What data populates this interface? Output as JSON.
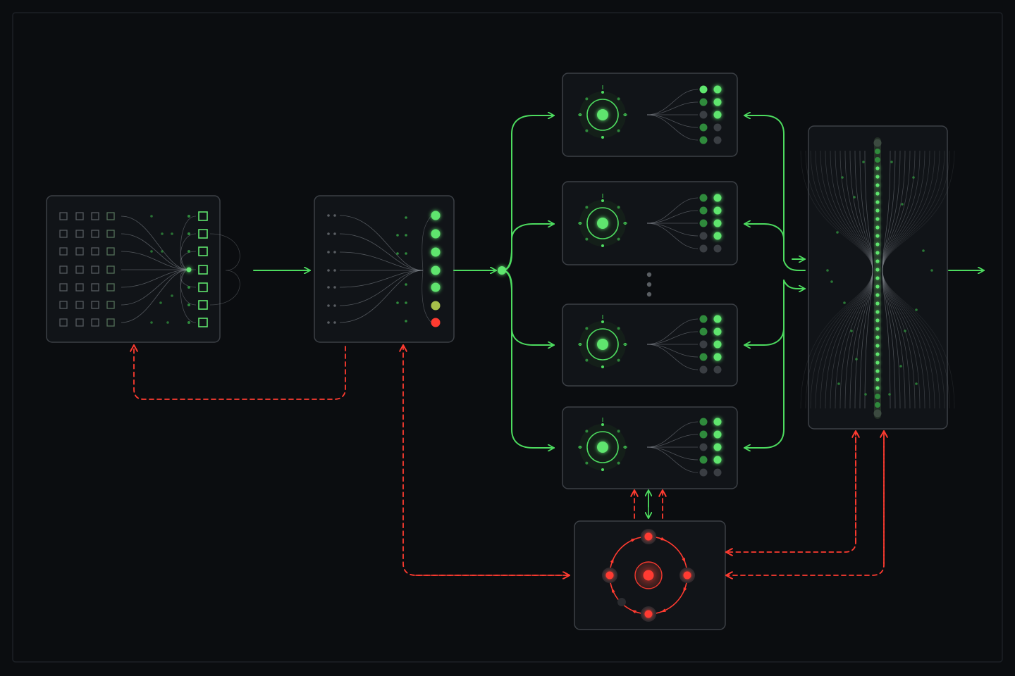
{
  "colors": {
    "background": "#0b0d10",
    "frame_border": "#1c2026",
    "panel_fill": "#111418",
    "panel_border": "#3c4046",
    "flow_green": "#4ddb5f",
    "bright_green": "#5fe56e",
    "dim_green": "#2f8a3c",
    "feedback_red": "#ff3b30",
    "gray_node": "#5a5e63",
    "dark_node": "#3a3e43",
    "amber_node": "#a7bf4a",
    "fiber": "#8b9097"
  },
  "icons": {
    "stage1": "input-grid-icon",
    "stage2": "fan-in-layer-icon",
    "expert": "expert-node-icon",
    "merge": "merge-column-icon",
    "controller": "feedback-orbit-icon"
  },
  "stage2_outputs": [
    "green",
    "green",
    "green",
    "green",
    "green",
    "amber",
    "red"
  ],
  "experts": [
    {
      "outputs": [
        [
          "green",
          "green"
        ],
        [
          "dim",
          "green"
        ],
        [
          "dark",
          "green"
        ],
        [
          "dim",
          "dark"
        ],
        [
          "dim",
          "dark"
        ]
      ]
    },
    {
      "outputs": [
        [
          "dim",
          "green"
        ],
        [
          "dim",
          "green"
        ],
        [
          "dim",
          "green"
        ],
        [
          "dark",
          "green"
        ],
        [
          "dark",
          "dark"
        ]
      ]
    },
    {
      "outputs": [
        [
          "dim",
          "green"
        ],
        [
          "dim",
          "green"
        ],
        [
          "dark",
          "green"
        ],
        [
          "dim",
          "green"
        ],
        [
          "dark",
          "dark"
        ]
      ]
    },
    {
      "outputs": [
        [
          "dim",
          "green"
        ],
        [
          "dim",
          "green"
        ],
        [
          "dark",
          "green"
        ],
        [
          "dim",
          "green"
        ],
        [
          "dark",
          "dark"
        ]
      ]
    }
  ],
  "ellipsis_after_expert": 2
}
